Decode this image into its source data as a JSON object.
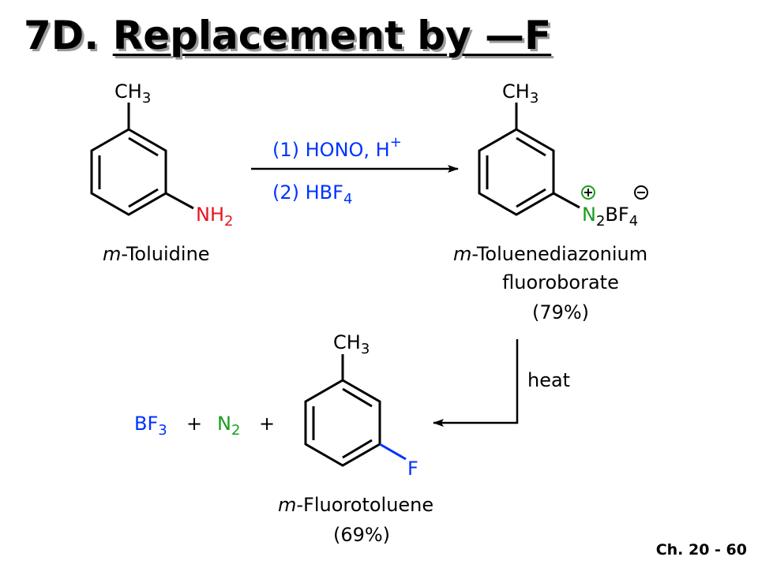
{
  "slide": {
    "title_number": "7D.",
    "title_text": "Replacement by —F",
    "footer": "Ch. 20 - 60"
  },
  "molecule_1": {
    "substituent_top": "CH",
    "substituent_top_sub": "3",
    "substituent_meta": "NH",
    "substituent_meta_sub": "2",
    "name_italic": "m",
    "name_rest": "-Toluidine"
  },
  "reaction_1": {
    "step1_prefix": "(1) HONO, H",
    "step1_sup": "+",
    "step2_prefix": "(2) HBF",
    "step2_sub": "4"
  },
  "molecule_2": {
    "substituent_top": "CH",
    "substituent_top_sub": "3",
    "salt_n": "N",
    "salt_n_sub": "2",
    "salt_bf": "BF",
    "salt_bf_sub": "4",
    "name_italic": "m",
    "name_rest": "-Toluenediazonium",
    "name_line2": "fluoroborate",
    "yield": "(79%)"
  },
  "reaction_2": {
    "condition": "heat"
  },
  "byproducts": {
    "bf": "BF",
    "bf_sub": "3",
    "plus1": "+",
    "n": "N",
    "n_sub": "2",
    "plus2": "+"
  },
  "molecule_3": {
    "substituent_top": "CH",
    "substituent_top_sub": "3",
    "substituent_meta": "F",
    "name_italic": "m",
    "name_rest": "-Fluorotoluene",
    "yield": "(69%)"
  },
  "colors": {
    "reagent_blue": "#0033ff",
    "amine_red": "#e8141e",
    "nitrogen_green": "#1a9e1a",
    "fluorine_blue": "#0033ff",
    "charge_green": "#1a9e1a"
  }
}
